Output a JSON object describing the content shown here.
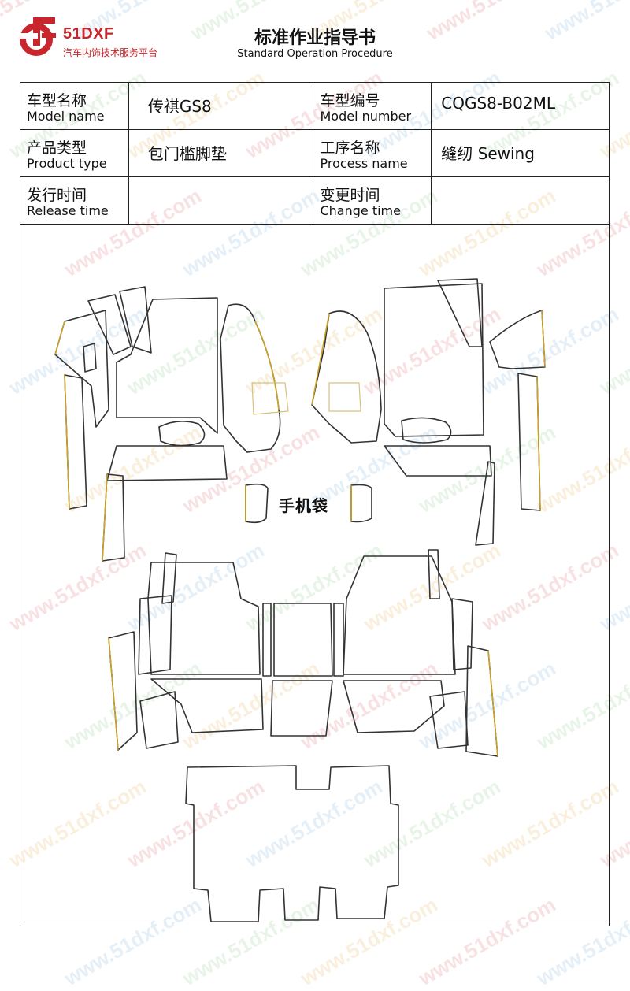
{
  "logo": {
    "brand": "51DXF",
    "subtitle": "汽车内饰技术服务平台",
    "color": "#c8252c"
  },
  "document": {
    "title": "标准作业指导书",
    "subtitle": "Standard Operation Procedure"
  },
  "info": {
    "model_name_cn": "车型名称",
    "model_name_en": "Model name",
    "model_name_value": "传祺GS8",
    "model_number_cn": "车型编号",
    "model_number_en": "Model number",
    "model_number_value": "CQGS8-B02ML",
    "product_type_cn": "产品类型",
    "product_type_en": "Product type",
    "product_type_value": "包门槛脚垫",
    "process_name_cn": "工序名称",
    "process_name_en": "Process name",
    "process_name_value": "缝纫 Sewing",
    "release_time_cn": "发行时间",
    "release_time_en": "Release time",
    "release_time_value": "",
    "change_time_cn": "变更时间",
    "change_time_en": "Change time",
    "change_time_value": ""
  },
  "drawing": {
    "phone_pocket_label": "手机袋"
  },
  "watermark": {
    "text": "www.51dxf.com",
    "colors": [
      "#f3c9cb",
      "#cfe3f3",
      "#d6ecd6",
      "#f7e3c3"
    ]
  }
}
